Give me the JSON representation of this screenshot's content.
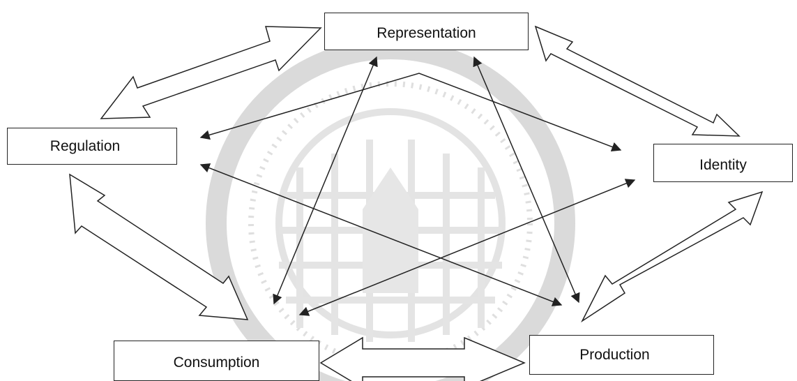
{
  "diagram": {
    "nodes": {
      "representation": "Representation",
      "regulation": "Regulation",
      "identity": "Identity",
      "consumption": "Consumption",
      "production": "Production"
    },
    "edges": [
      {
        "from": "Representation",
        "to": "Regulation",
        "style": "double-outline-arrow"
      },
      {
        "from": "Representation",
        "to": "Identity",
        "style": "double-outline-arrow"
      },
      {
        "from": "Regulation",
        "to": "Consumption",
        "style": "double-outline-arrow"
      },
      {
        "from": "Identity",
        "to": "Production",
        "style": "double-outline-arrow"
      },
      {
        "from": "Consumption",
        "to": "Production",
        "style": "double-outline-arrow"
      },
      {
        "from": "Representation",
        "to": "Regulation",
        "style": "line-arrow"
      },
      {
        "from": "Representation",
        "to": "Identity",
        "style": "line-arrow"
      },
      {
        "from": "Representation",
        "to": "Consumption",
        "style": "double-line-arrow"
      },
      {
        "from": "Representation",
        "to": "Production",
        "style": "double-line-arrow"
      },
      {
        "from": "Regulation",
        "to": "Production",
        "style": "double-line-arrow"
      },
      {
        "from": "Identity",
        "to": "Consumption",
        "style": "double-line-arrow"
      }
    ],
    "colors": {
      "stroke": "#222222",
      "watermark": "#c8c8c8",
      "background": "#ffffff"
    }
  }
}
